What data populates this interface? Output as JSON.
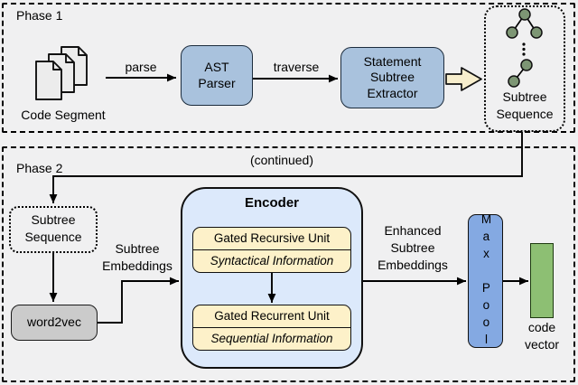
{
  "figure": {
    "type": "flow-diagram",
    "description": "Two-phase pipeline: code segments parsed to AST, statement subtrees extracted, embedded with word2vec, encoded by gated recursive + recurrent units, max-pooled into a code vector"
  },
  "phase1": {
    "title": "Phase 1",
    "code_segment_label": "Code Segment",
    "parse_label": "parse",
    "ast_parser_label": "AST Parser",
    "traverse_label": "traverse",
    "extractor_label": "Statement Subtree Extractor",
    "subtree_sequence_label": "Subtree Sequence"
  },
  "phase2": {
    "title": "Phase 2",
    "continued_label": "(continued)",
    "subtree_sequence_label": "Subtree Sequence",
    "subtree_embeddings_label": "Subtree Embeddings",
    "word2vec_label": "word2vec",
    "encoder_title": "Encoder",
    "recursive_unit_label": "Gated Recursive Unit",
    "recursive_unit_info": "Syntactical Information",
    "recurrent_unit_label": "Gated Recurrent Unit",
    "recurrent_unit_info": "Sequential Information",
    "enhanced_embeddings_label": "Enhanced Subtree Embeddings",
    "max_pool_label": "Max Pool",
    "code_vector_label": "code vector"
  },
  "icons": {
    "code_segment": "documents-stack-icon",
    "subtree_sequence": "tree-nodes-icon",
    "extractor_output": "block-arrow-icon"
  },
  "colors": {
    "background": "#f0f0f1",
    "box_blue": "#a9c2dd",
    "encoder_blue": "#dce9fb",
    "unit_yellow": "#fdf1c9",
    "maxpool_blue": "#84a9e2",
    "vector_green": "#8dbf73",
    "tree_node_green": "#7d9674",
    "word2vec_gray": "#cbcbcb",
    "block_arrow_cream": "#f7eecd",
    "line_black": "#000000"
  }
}
